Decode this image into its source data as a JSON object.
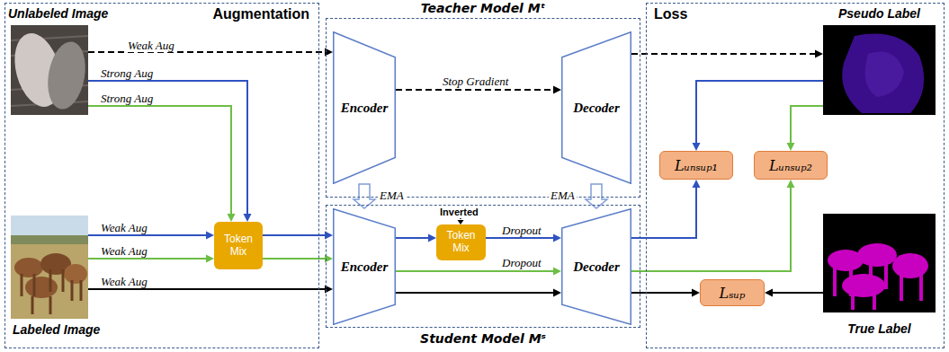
{
  "diagram": {
    "nodes": [
      {
        "text": [
          "Augmentation"
        ]
      },
      {
        "text": [
          "Unlabeled Image"
        ],
        "in": 0
      },
      {
        "text": [
          "Labeled Image"
        ],
        "in": 0
      },
      {
        "text": [
          "Token Mix"
        ],
        "in": 0
      },
      {
        "text": [
          "Teacher Model Mᵗ"
        ]
      },
      {
        "text": [
          "Encoder"
        ],
        "in": 4
      },
      {
        "text": [
          "Decoder"
        ],
        "in": 4
      },
      {
        "text": [
          "Student Model Mˢ"
        ]
      },
      {
        "text": [
          "Encoder"
        ],
        "in": 7
      },
      {
        "text": [
          "Token Mix"
        ],
        "in": 7
      },
      {
        "text": [
          "Decoder"
        ],
        "in": 7
      },
      {
        "text": [
          "Loss"
        ]
      },
      {
        "text": [
          "Pseudo Label"
        ],
        "in": 11
      },
      {
        "text": [
          "Lᵤₙₛᵤₚ₁"
        ],
        "in": 11
      },
      {
        "text": [
          "Lᵤₙₛᵤₚ₂"
        ],
        "in": 11
      },
      {
        "text": [
          "Lₛᵤₚ"
        ],
        "in": 11
      },
      {
        "text": [
          "True Label"
        ],
        "in": 11
      }
    ],
    "edges": [
      {
        "from": 1,
        "to": 5,
        "arrow": "to",
        "label": "Weak Aug"
      },
      {
        "from": 5,
        "to": 6,
        "arrow": "to",
        "label": "Stop Gradient"
      },
      {
        "from": 6,
        "to": 12,
        "arrow": "to"
      },
      {
        "from": 1,
        "to": 3,
        "arrow": "to",
        "label": "Strong Aug"
      },
      {
        "from": 1,
        "to": 3,
        "arrow": "to",
        "label": "Strong Aug"
      },
      {
        "from": 2,
        "to": 3,
        "arrow": "to",
        "label": "Weak Aug"
      },
      {
        "from": 2,
        "to": 3,
        "arrow": "to",
        "label": "Weak Aug"
      },
      {
        "from": 2,
        "to": 8,
        "arrow": "to",
        "label": "Weak Aug"
      },
      {
        "from": 3,
        "to": 8,
        "arrow": "to"
      },
      {
        "from": 3,
        "to": 8,
        "arrow": "to"
      },
      {
        "from": 8,
        "to": 9,
        "arrow": "to"
      },
      {
        "from": 9,
        "to": 10,
        "arrow": "to",
        "label": "Dropout"
      },
      {
        "from": 8,
        "to": 10,
        "arrow": "to",
        "label": "Dropout"
      },
      {
        "from": 8,
        "to": 10,
        "arrow": "to"
      },
      {
        "from": 5,
        "to": 8,
        "arrow": "to",
        "label": "EMA"
      },
      {
        "from": 6,
        "to": 10,
        "arrow": "to",
        "label": "EMA"
      },
      {
        "from": 10,
        "to": 13,
        "arrow": "to"
      },
      {
        "from": 12,
        "to": 13,
        "arrow": "to"
      },
      {
        "from": 10,
        "to": 14,
        "arrow": "to"
      },
      {
        "from": 12,
        "to": 14,
        "arrow": "to"
      },
      {
        "from": 10,
        "to": 15,
        "arrow": "to"
      },
      {
        "from": 16,
        "to": 15,
        "arrow": "to"
      }
    ],
    "labels": [
      "Inverted"
    ]
  }
}
